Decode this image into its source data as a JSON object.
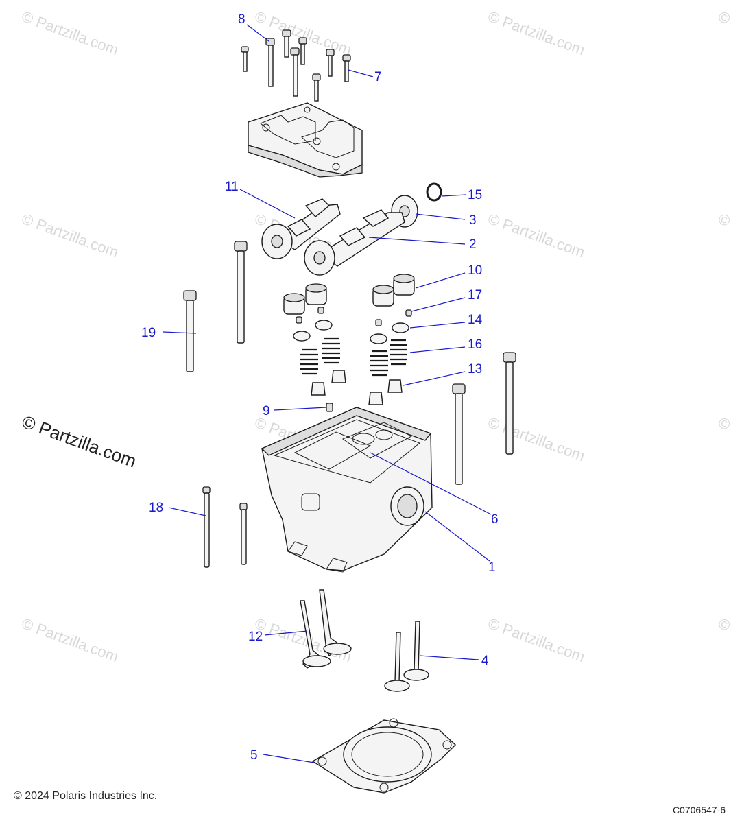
{
  "watermark": {
    "text": "© Partzilla.com",
    "prominent_text": "© Partzilla.com"
  },
  "callouts": [
    "1",
    "2",
    "3",
    "4",
    "5",
    "6",
    "7",
    "8",
    "9",
    "10",
    "11",
    "12",
    "13",
    "14",
    "15",
    "16",
    "17",
    "18",
    "19"
  ],
  "footer": {
    "copyright": "© 2024 Polaris Industries Inc.",
    "figure_id": "C0706547-6"
  },
  "colors": {
    "callout": "#1a1acc",
    "line_art": "#1c1c1c",
    "watermark": "#d8d8d8"
  }
}
